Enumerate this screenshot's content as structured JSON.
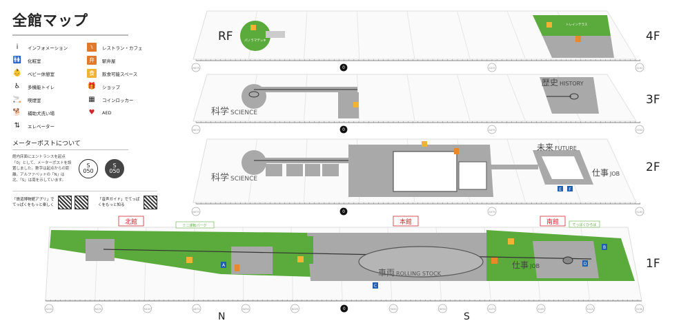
{
  "legend": {
    "title": "全館マップ",
    "items": [
      {
        "icon": "information-icon",
        "glyph": "i",
        "label": "インフォメーション",
        "color": "#222"
      },
      {
        "icon": "restaurant-cafe-icon",
        "glyph": "⑊",
        "label": "レストラン・カフェ",
        "color": "#e07a2a"
      },
      {
        "icon": "restroom-icon",
        "glyph": "🚻",
        "label": "化粧室",
        "color": "#c0392b"
      },
      {
        "icon": "ekiben-shop-icon",
        "glyph": "弁",
        "label": "駅弁屋",
        "color": "#e07a2a"
      },
      {
        "icon": "baby-room-icon",
        "glyph": "👶",
        "label": "ベビー休憩室",
        "color": "#222"
      },
      {
        "icon": "eating-space-icon",
        "glyph": "食",
        "label": "飲食可能スペース",
        "color": "#f2b233"
      },
      {
        "icon": "accessible-toilet-icon",
        "glyph": "♿",
        "label": "多機能トイレ",
        "color": "#222"
      },
      {
        "icon": "shop-icon",
        "glyph": "🎁",
        "label": "ショップ",
        "color": "#222"
      },
      {
        "icon": "smoking-room-icon",
        "glyph": "🚬",
        "label": "喫煙室",
        "color": "#222"
      },
      {
        "icon": "coin-locker-icon",
        "glyph": "▦",
        "label": "コインロッカー",
        "color": "#222"
      },
      {
        "icon": "assistance-dog-icon",
        "glyph": "🐕",
        "label": "補助犬洗い場",
        "color": "#222"
      },
      {
        "icon": "aed-icon",
        "glyph": "♥",
        "label": "AED",
        "color": "#d0262c"
      },
      {
        "icon": "elevator-icon",
        "glyph": "⇅",
        "label": "エレベーター",
        "color": "#222"
      }
    ],
    "meter_post_title": "メーターポストについて",
    "meter_post_text": "館内床面にエントランスを起点「0」として、メーターポストを設置しました。数字は起点からの距離。アルファベットの「N」は北、「S」は南を示しています。",
    "post_example": {
      "dir": "S",
      "num": "050"
    },
    "qr": [
      {
        "text": "「鉄道博物館アプリ」でてっぱくをもっと楽しく"
      },
      {
        "text": "「音声ガイド」でてっぱくをもっと知る"
      }
    ]
  },
  "floors": {
    "rf": "RF",
    "f4": "4F",
    "f3": "3F",
    "f2": "2F",
    "f1": "1F"
  },
  "buildings": {
    "north": "北館",
    "main": "本館",
    "south": "南館",
    "north_sub": "ミニ運転パーク",
    "south_sub": "てっぱくひろば"
  },
  "zones": {
    "science_ja": "科学",
    "science_en": "SCIENCE",
    "history_ja": "歴史",
    "history_en": "HISTORY",
    "future_ja": "未来",
    "future_en": "FUTURE",
    "job_ja": "仕事",
    "job_en": "JOB",
    "rolling_ja": "車両",
    "rolling_en": "ROLLING STOCK",
    "rooftop": "パノラマデッキ",
    "rf_train": "トレインテラス"
  },
  "elevators": [
    "A",
    "B",
    "C",
    "D",
    "E",
    "F"
  ],
  "directions": {
    "north": "N",
    "south": "S"
  },
  "posts_upper": [
    "N075",
    "0",
    "S075",
    "S150"
  ],
  "posts_bottom": [
    "N150",
    "N125",
    "N100",
    "N075",
    "N050",
    "N025",
    "0",
    "S025",
    "S050",
    "S075",
    "S100",
    "S125",
    "S150"
  ],
  "colors": {
    "green": "#5aab3c",
    "gray": "#a9a9a9",
    "orange": "#e88a2a",
    "yellow": "#f2b233",
    "red": "#d0262c",
    "blue": "#1f5fae"
  }
}
